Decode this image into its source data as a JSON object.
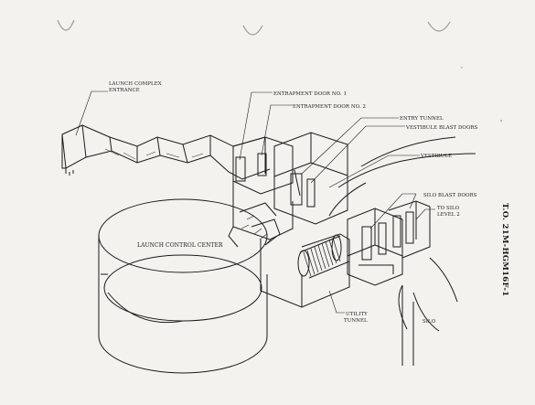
{
  "labels": {
    "launch_complex_entrance_1": "LAUNCH COMPLEX",
    "launch_complex_entrance_2": "ENTRANCE",
    "entrapment_door_1": "ENTRAPMENT DOOR NO. 1",
    "entrapment_door_2": "ENTRAPMENT DOOR NO. 2",
    "entry_tunnel": "ENTRY TUNNEL",
    "vestibule_blast_doors": "VESTIBULE BLAST DOORS",
    "vestibule": "VESTIBULE",
    "silo_blast_doors": "SILO BLAST DOORS",
    "to_silo_1": "TO SILO",
    "to_silo_2": "LEVEL 2",
    "launch_control_center": "LAUNCH CONTROL CENTER",
    "utility_tunnel_1": "UTILITY",
    "utility_tunnel_2": "TUNNEL",
    "silo": "SILO"
  },
  "document_code": "T.O. 21M-HGM16F-1",
  "footer_left": "",
  "footer_right": "",
  "margin_faint_text": "",
  "colors": {
    "ink": "#1b1b1b",
    "paper": "#f3f2ee"
  }
}
